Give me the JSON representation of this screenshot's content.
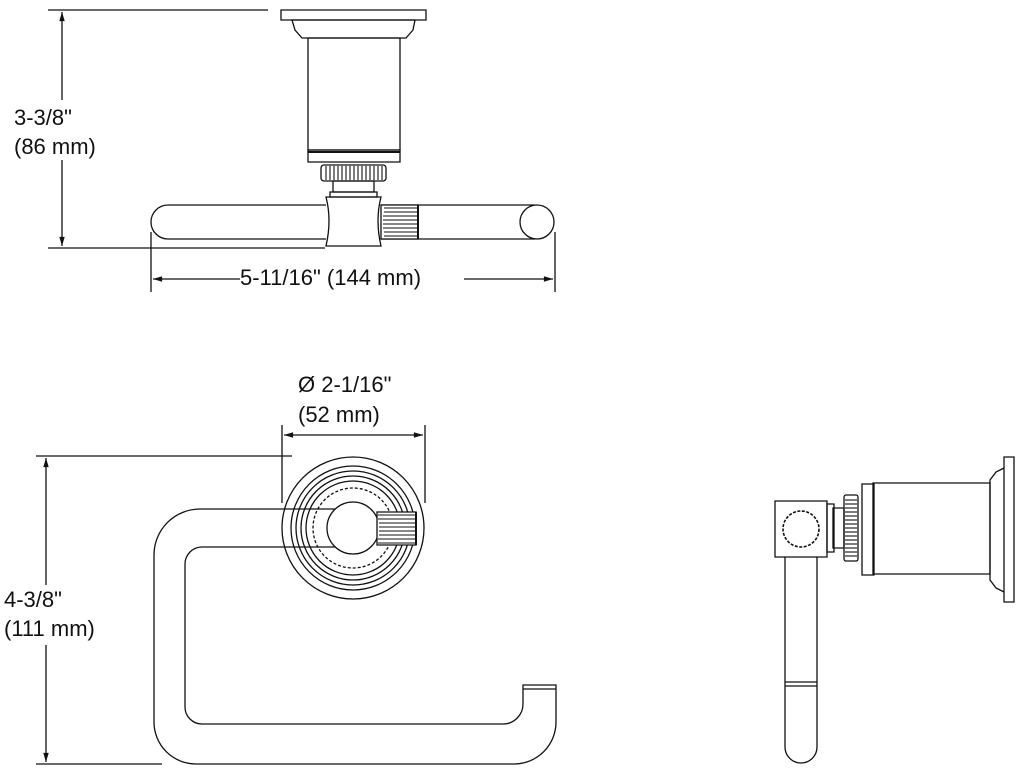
{
  "drawing": {
    "title": "Toilet paper holder dimension drawing",
    "line_color": "#111111",
    "background": "#ffffff"
  },
  "views": {
    "top_view": {
      "height_dim": {
        "imperial": "3-3/8\"",
        "metric": "(86 mm)"
      },
      "width_dim": {
        "label": "5-11/16\" (144 mm)"
      }
    },
    "front_view": {
      "diameter_dim": {
        "imperial": "Ø 2-1/16\"",
        "metric": "(52 mm)"
      },
      "height_dim": {
        "imperial": "4-3/8\"",
        "metric": "(111 mm)"
      }
    },
    "side_view": {}
  }
}
